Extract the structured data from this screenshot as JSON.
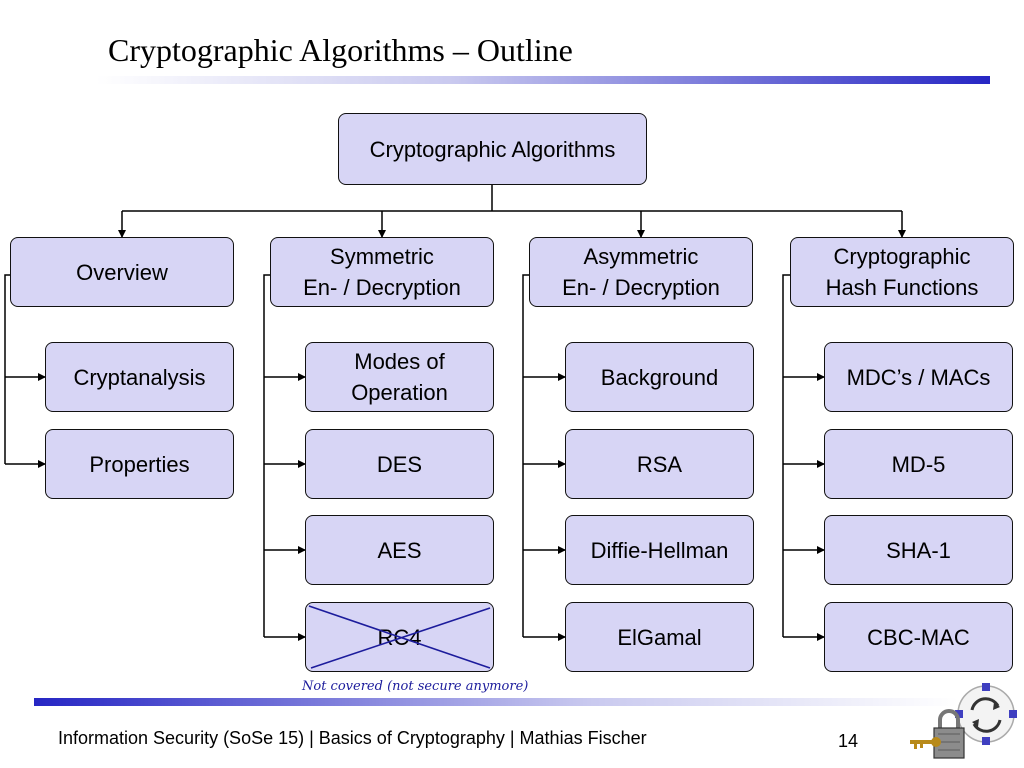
{
  "slide": {
    "title": "Cryptographic Algorithms – Outline",
    "footer": "Information Security (SoSe 15) | Basics of Cryptography | Mathias Fischer",
    "page_number": "14",
    "handwritten_note": "Not covered (not secure anymore)"
  },
  "diagram": {
    "root": "Cryptographic Algorithms",
    "branches": [
      {
        "label": "Overview",
        "items": [
          "Cryptanalysis",
          "Properties"
        ]
      },
      {
        "label": "Symmetric\nEn- / Decryption",
        "items": [
          "Modes of\nOperation",
          "DES",
          "AES",
          "RC4"
        ]
      },
      {
        "label": "Asymmetric\nEn- / Decryption",
        "items": [
          "Background",
          "RSA",
          "Diffie-Hellman",
          "ElGamal"
        ]
      },
      {
        "label": "Cryptographic\nHash Functions",
        "items": [
          "MDC’s / MACs",
          "MD-5",
          "SHA-1",
          "CBC-MAC"
        ]
      }
    ],
    "crossed_out_item": "RC4"
  },
  "colors": {
    "box_fill": "#d7d5f5",
    "accent_blue": "#2626c4",
    "cross_out": "#1c1c9c"
  }
}
